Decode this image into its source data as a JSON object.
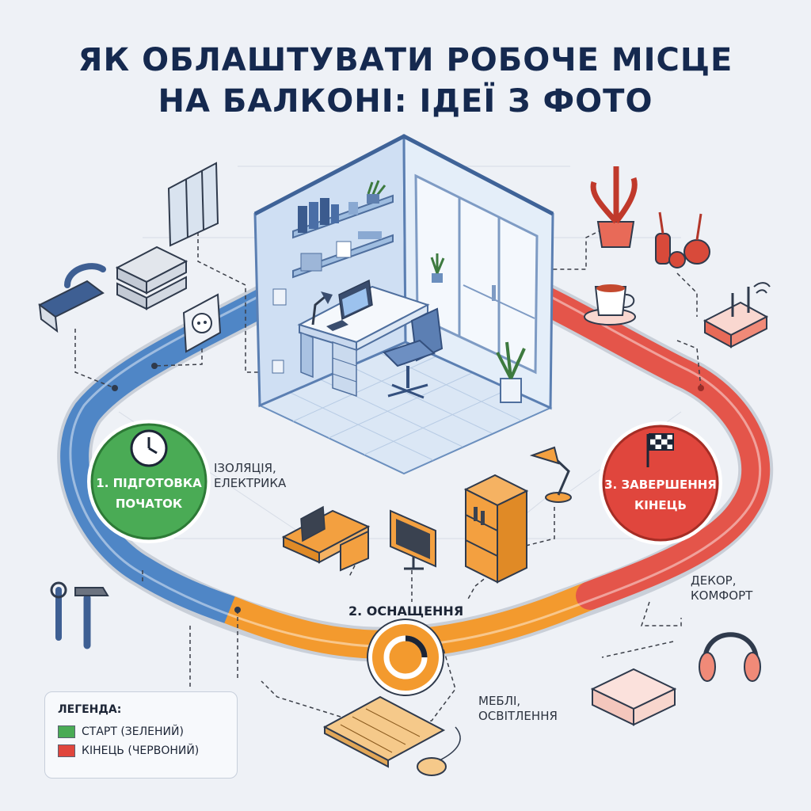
{
  "title": {
    "line1": "ЯК ОБЛАШТУВАТИ РОБОЧЕ МІСЦЕ",
    "line2": "НА БАЛКОНІ: ІДЕЇ З ФОТО"
  },
  "stages": [
    {
      "line1": "1. ПІДГОТОВКА",
      "line2": "ПОЧАТОК",
      "color": "#4aab55"
    },
    {
      "label": "2. ОСНАЩЕННЯ",
      "color": "#f39a2e"
    },
    {
      "line1": "3. ЗАВЕРШЕННЯ",
      "line2": "КІНЕЦЬ",
      "color": "#e0463d"
    }
  ],
  "annotations": {
    "prep": {
      "line1": "ІЗОЛЯЦІЯ,",
      "line2": "ЕЛЕКТРИКА"
    },
    "equip": {
      "line1": "МЕБЛІ,",
      "line2": "ОСВІТЛЕННЯ"
    },
    "finish": {
      "line1": "ДЕКОР,",
      "line2": "КОМФОРТ"
    }
  },
  "legend": {
    "title": "ЛЕГЕНДА:",
    "items": [
      {
        "label": "СТАРТ (ЗЕЛЕНИЙ)",
        "color": "#4aab55"
      },
      {
        "label": "КІНЕЦЬ (ЧЕРВОНИЙ)",
        "color": "#e0463d"
      }
    ]
  },
  "colors": {
    "track_blue": "#4f86c6",
    "track_orange": "#f39a2e",
    "track_red": "#e4554a",
    "title": "#15294f",
    "room": "#cfdff3"
  },
  "icons": {
    "stage1": "clock-icon",
    "stage2": "progress-ring-icon",
    "stage3": "checkered-flag-icon"
  }
}
